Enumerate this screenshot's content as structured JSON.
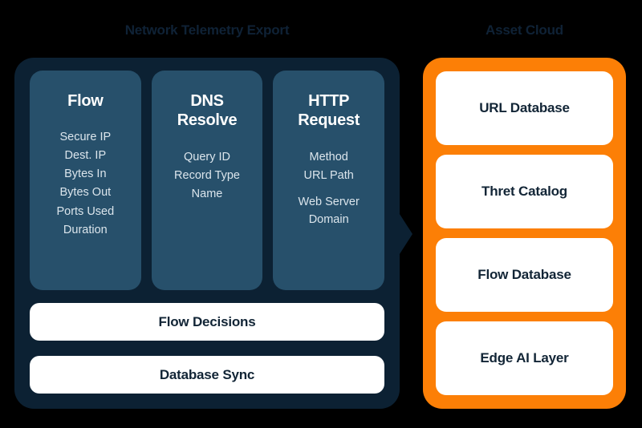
{
  "diagram": {
    "background_color": "#000000",
    "left_group": {
      "title": "Network Telemetry Export",
      "panel_color": "#0c2133",
      "card_color": "#27506b",
      "cards": [
        {
          "title": "Flow",
          "fields": [
            "Secure IP",
            "Dest. IP",
            "Bytes In",
            "Bytes Out",
            "Ports Used",
            "Duration"
          ]
        },
        {
          "title": "DNS\nResolve",
          "fields": [
            "Query ID",
            "Record Type",
            "Name"
          ]
        },
        {
          "title": "HTTP\nRequest",
          "fields": [
            "Method",
            "URL Path",
            "Web Server\nDomain"
          ]
        }
      ],
      "bars": [
        {
          "label": "Flow Decisions"
        },
        {
          "label": "Database Sync"
        }
      ]
    },
    "connector": {
      "icon": "arrow-right-triangle",
      "color": "#0c2133"
    },
    "right_group": {
      "title": "Asset Cloud",
      "panel_color": "#fc7f06",
      "cards": [
        {
          "label": "URL Database"
        },
        {
          "label": "Thret Catalog"
        },
        {
          "label": "Flow Database"
        },
        {
          "label": "Edge AI Layer"
        }
      ]
    }
  }
}
